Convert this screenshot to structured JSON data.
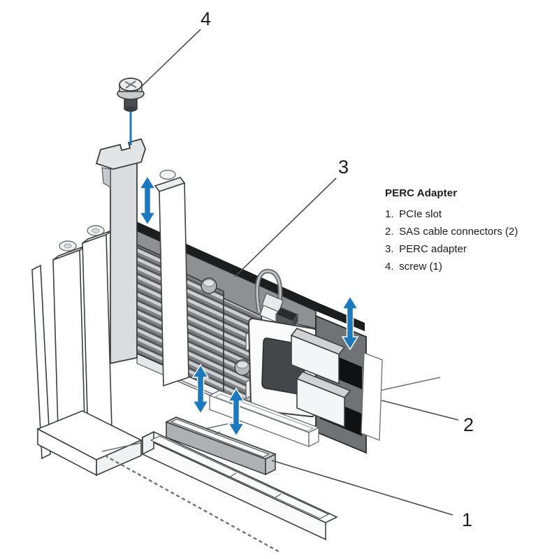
{
  "figure": {
    "kind": "exploded hardware installation diagram",
    "legend": {
      "title": "PERC Adapter",
      "items": [
        {
          "num": "1.",
          "label": "PCIe slot"
        },
        {
          "num": "2.",
          "label": "SAS cable connectors (2)"
        },
        {
          "num": "3.",
          "label": "PERC adapter"
        },
        {
          "num": "4.",
          "label": "screw (1)"
        }
      ]
    },
    "callouts": [
      {
        "number": "1"
      },
      {
        "number": "2"
      },
      {
        "number": "3"
      },
      {
        "number": "4"
      }
    ],
    "colors": {
      "arrow_blue": "#1d79bd",
      "card_edge_black": "#1b1d1f",
      "heatsink_gray": "#989b9e",
      "bracket_gray": "#dadcde",
      "line_dark": "#3c3f42",
      "text": "#1c1c1c",
      "background": "#ffffff"
    }
  }
}
